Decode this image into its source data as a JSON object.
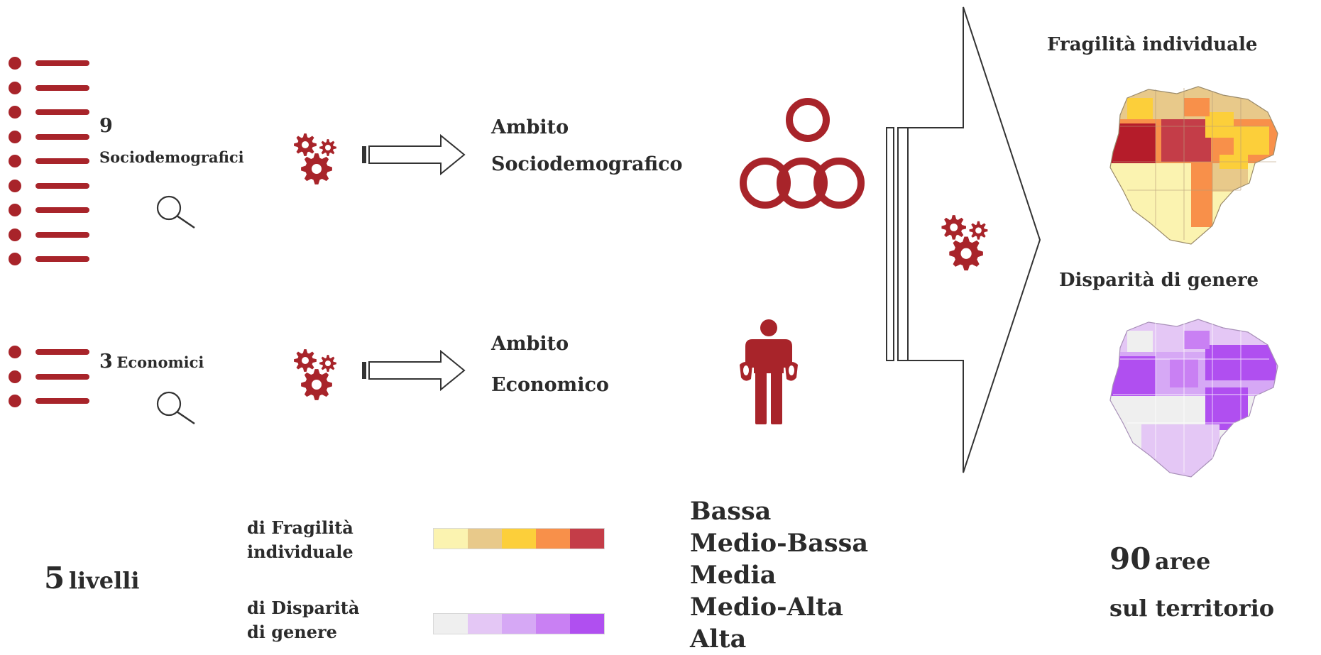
{
  "inputs": {
    "socio": {
      "count": "9",
      "label": "Sociodemografici"
    },
    "eco": {
      "count": "3",
      "label": "Economici"
    }
  },
  "ambiti": {
    "socio": {
      "line1": "Ambito",
      "line2": "Sociodemografico"
    },
    "eco": {
      "line1": "Ambito",
      "line2": "Economico"
    }
  },
  "outputs": {
    "map1_title": "Fragilità individuale",
    "map2_title": "Disparità di genere"
  },
  "legend": {
    "count": "5",
    "count_label": "livelli",
    "scale1_line1": "di Fragilità",
    "scale1_line2": "individuale",
    "scale2_line1": "di Disparità",
    "scale2_line2": "di genere",
    "levels": [
      "Bassa",
      "Medio-Bassa",
      "Media",
      "Medio-Alta",
      "Alta"
    ],
    "fragility_colors": [
      "#fbf3b0",
      "#e8c98a",
      "#fccf3a",
      "#f8904a",
      "#c43d48"
    ],
    "disparity_colors": [
      "#efefef",
      "#e4c7f5",
      "#d6a8f5",
      "#c980f3",
      "#b04ff0"
    ]
  },
  "territory": {
    "count": "90",
    "line1": "aree",
    "line2": "sul territorio"
  },
  "colors": {
    "accent": "#a8242a",
    "arrow_stroke": "#333333"
  }
}
